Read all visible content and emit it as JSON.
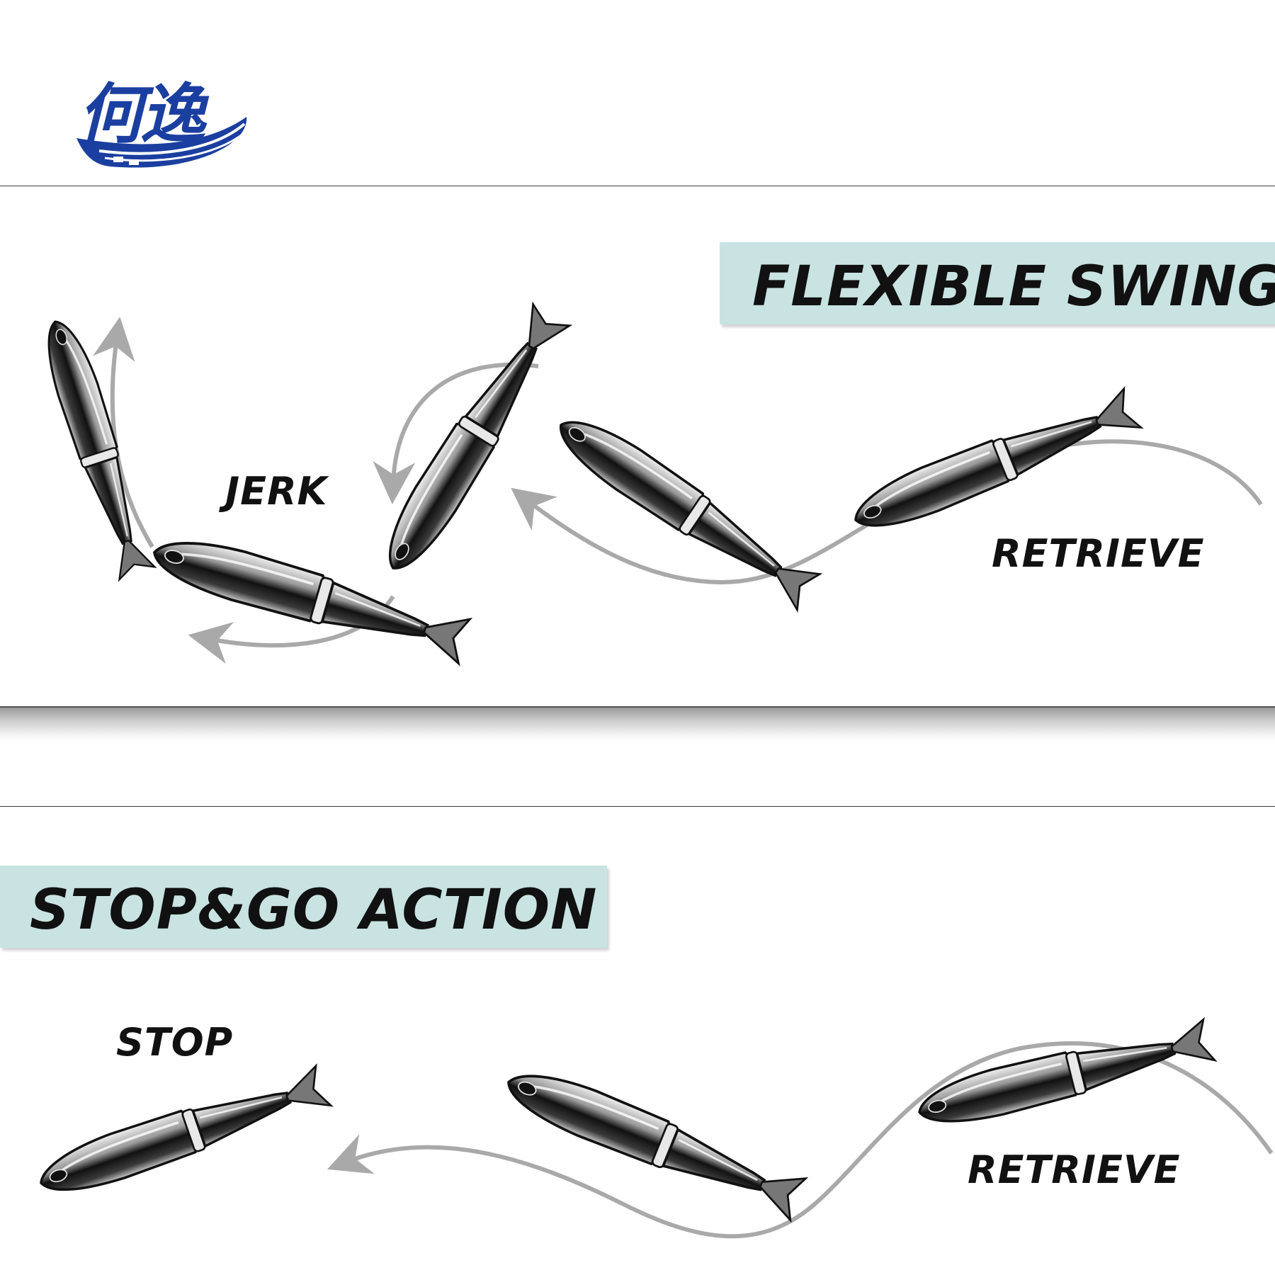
{
  "brand": {
    "logo_text": "何逸",
    "logo_color": "#1b3fa0"
  },
  "sections": [
    {
      "title": "FLEXIBLE SWING",
      "labels": {
        "jerk": "JERK",
        "retrieve": "RETRIEVE"
      }
    },
    {
      "title": "STOP&GO ACTION",
      "labels": {
        "stop": "STOP",
        "retrieve": "RETRIEVE"
      }
    }
  ],
  "colors": {
    "banner_bg": "#c8e3e1",
    "arrow": "#a9a9a9",
    "lure_dark": "#111111",
    "lure_light": "#d9d9d9"
  }
}
